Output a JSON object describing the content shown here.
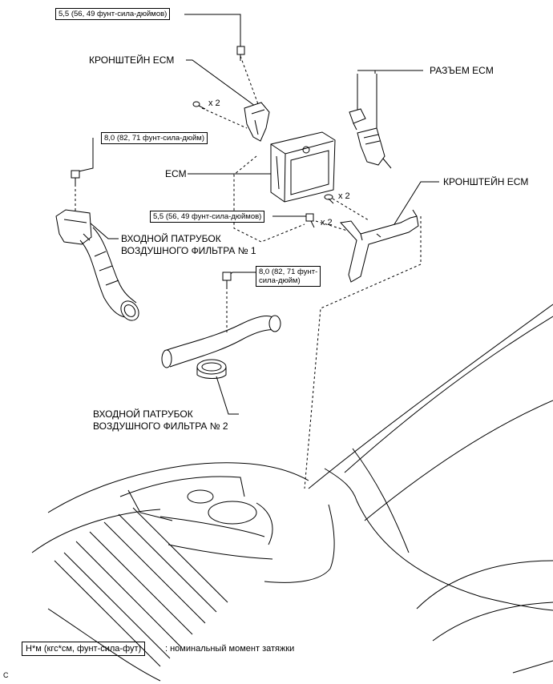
{
  "torque_specs": {
    "ecm_bracket_upper_bolt": "5,5 (56, 49 фунт-сила-дюймов)",
    "inlet1_bolt": "8,0 (82, 71 фунт-сила-дюйм)",
    "ecm_bracket_lower_bolt": "5,5 (56, 49 фунт-сила-дюймов)",
    "inlet2_bolt_line1": "8,0 (82, 71 фунт-",
    "inlet2_bolt_line2": "сила-дюйм)"
  },
  "labels": {
    "ecm_bracket_upper": "КРОНШТЕЙН ECM",
    "ecm_connector": "РАЗЪЕМ ECM",
    "ecm": "ECM",
    "ecm_bracket_lower": "КРОНШТЕЙН ECM",
    "inlet1_line1": "ВХОДНОЙ ПАТРУБОК",
    "inlet1_line2": "ВОЗДУШНОГО ФИЛЬТРА № 1",
    "inlet2_line1": "ВХОДНОЙ ПАТРУБОК",
    "inlet2_line2": "ВОЗДУШНОГО ФИЛЬТРА № 2"
  },
  "quantities": {
    "bracket_screws": "x 2",
    "ecm_screws": "x 2",
    "bracket_bolts": "x 2"
  },
  "legend": {
    "key": "Н*м (кгс*см, фунт-сила-фут)",
    "description": ": номинальный момент затяжки"
  },
  "corner_mark": "C"
}
